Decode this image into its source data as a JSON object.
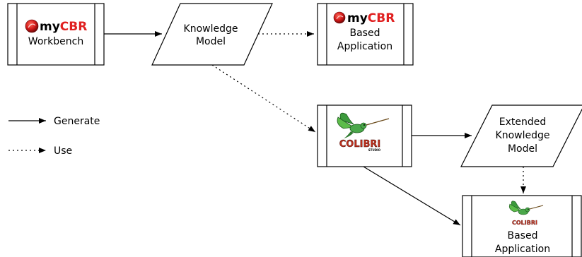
{
  "nodes": {
    "mycbr_workbench": {
      "brand_prefix": "my",
      "brand_suffix": "CBR",
      "label": "Workbench"
    },
    "knowledge_model": {
      "line1": "Knowledge",
      "line2": "Model"
    },
    "mycbr_based_app": {
      "brand_prefix": "my",
      "brand_suffix": "CBR",
      "line1": "Based",
      "line2": "Application"
    },
    "colibri_studio": {
      "brand": "COLIBRI",
      "sub": "STUDIO"
    },
    "extended_model": {
      "line1": "Extended",
      "line2": "Knowledge",
      "line3": "Model"
    },
    "colibri_based_app": {
      "brand": "COLIBRI",
      "line1": "Based",
      "line2": "Application"
    }
  },
  "legend": {
    "generate": "Generate",
    "use": "Use"
  },
  "colors": {
    "mycbr_red": "#e02020",
    "colibri_red": "#c0301c",
    "bird_green": "#4aa84a",
    "line": "#000000"
  }
}
